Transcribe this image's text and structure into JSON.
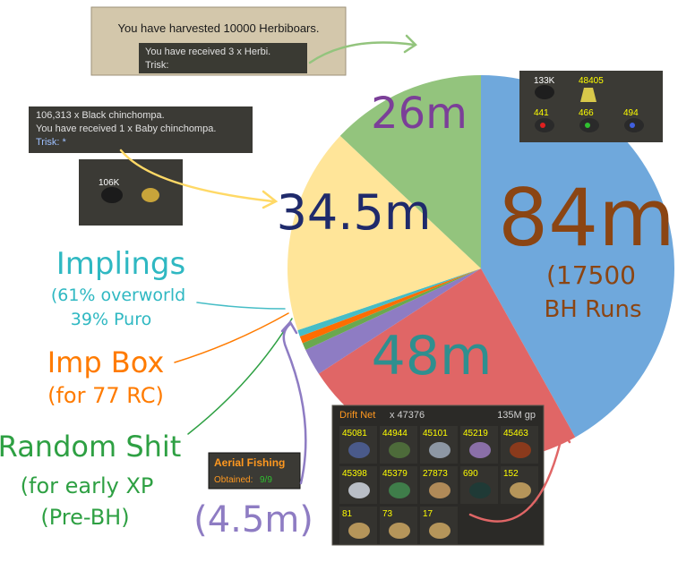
{
  "chart_data": {
    "type": "pie",
    "title": "",
    "slices": [
      {
        "label": "84m",
        "value": 84,
        "color": "#6fa8dc"
      },
      {
        "label": "48m",
        "value": 48,
        "color": "#e06666"
      },
      {
        "label": "4.5m",
        "value": 4.5,
        "color": "#8e7cc3"
      },
      {
        "label": "",
        "value": 1.2,
        "color": "#6aa84f"
      },
      {
        "label": "",
        "value": 1.2,
        "color": "#ff6d01"
      },
      {
        "label": "",
        "value": 1.1,
        "color": "#46bdc6"
      },
      {
        "label": "34.5m",
        "value": 34.5,
        "color": "#ffe599"
      },
      {
        "label": "26m",
        "value": 26,
        "color": "#93c47d"
      }
    ]
  },
  "annotations": {
    "bh_runs": [
      "(17500",
      "BH Runs"
    ],
    "implings": [
      "Implings",
      "(61% overworld",
      "39% Puro"
    ],
    "imp_box": [
      "Imp Box",
      "(for 77  RC)"
    ],
    "random": [
      "Random Shit",
      "(for early XP",
      "(Pre-BH)"
    ],
    "aerial_value": "(4.5m)"
  },
  "herbiboar_panel": {
    "title": "You have harvested 10000 Herbiboars.",
    "line1": "You have received 3 x Herbi.",
    "line2": "Trisk:"
  },
  "chin_panel": {
    "line1": "106,313 x Black chinchompa.",
    "line2": "You have received 1 x Baby chinchompa.",
    "line3": "Trisk: *",
    "icons": [
      {
        "qty": "106K",
        "icon": "black-chinchompa-icon"
      },
      {
        "qty": "",
        "icon": "baby-chinchompa-icon"
      }
    ]
  },
  "potion_panel": {
    "items": [
      {
        "qty": "133K",
        "icon": "pouch-icon"
      },
      {
        "qty": "48405",
        "icon": "potion-icon"
      },
      {
        "qty": "441",
        "icon": "red-pouch-icon"
      },
      {
        "qty": "466",
        "icon": "green-pouch-icon"
      },
      {
        "qty": "494",
        "icon": "blue-pouch-icon"
      }
    ]
  },
  "aerial_panel": {
    "title": "Aerial Fishing",
    "obtained_label": "Obtained:",
    "obtained_value": "9/9"
  },
  "drift_panel": {
    "title": "Drift Net",
    "count": "x 47376",
    "gp": "135M gp",
    "items": [
      {
        "qty": "45081",
        "icon": "fish-icon",
        "color": "#4a5a8a"
      },
      {
        "qty": "44944",
        "icon": "turtle-icon",
        "color": "#4d6b3a"
      },
      {
        "qty": "45101",
        "icon": "shark-icon",
        "color": "#8d97a4"
      },
      {
        "qty": "45219",
        "icon": "manta-icon",
        "color": "#8a6fa8"
      },
      {
        "qty": "45463",
        "icon": "crab-icon",
        "color": "#8a3a1c"
      },
      {
        "qty": "45398",
        "icon": "fish-icon",
        "color": "#b9bec6"
      },
      {
        "qty": "45379",
        "icon": "seaweed-icon",
        "color": "#3f7d4a"
      },
      {
        "qty": "27873",
        "icon": "bones-icon",
        "color": "#b08a58"
      },
      {
        "qty": "690",
        "icon": "crystal-icon",
        "color": "#1f3a36"
      },
      {
        "qty": "152",
        "icon": "sack-icon",
        "color": "#b5955a"
      },
      {
        "qty": "81",
        "icon": "sack-icon",
        "color": "#b5955a"
      },
      {
        "qty": "73",
        "icon": "sack-icon",
        "color": "#b5955a"
      },
      {
        "qty": "17",
        "icon": "sack-icon",
        "color": "#b5955a"
      }
    ]
  },
  "colors": {
    "hand_brown": "#8b4513",
    "hand_purple": "#7b3f98",
    "hand_navy": "#1f2a6b",
    "hand_teal": "#2f8f8f",
    "hand_cyan": "#2fb8c2",
    "hand_orange": "#ff7b00",
    "hand_green": "#2ea043",
    "hand_lavender": "#8e7cc3"
  }
}
